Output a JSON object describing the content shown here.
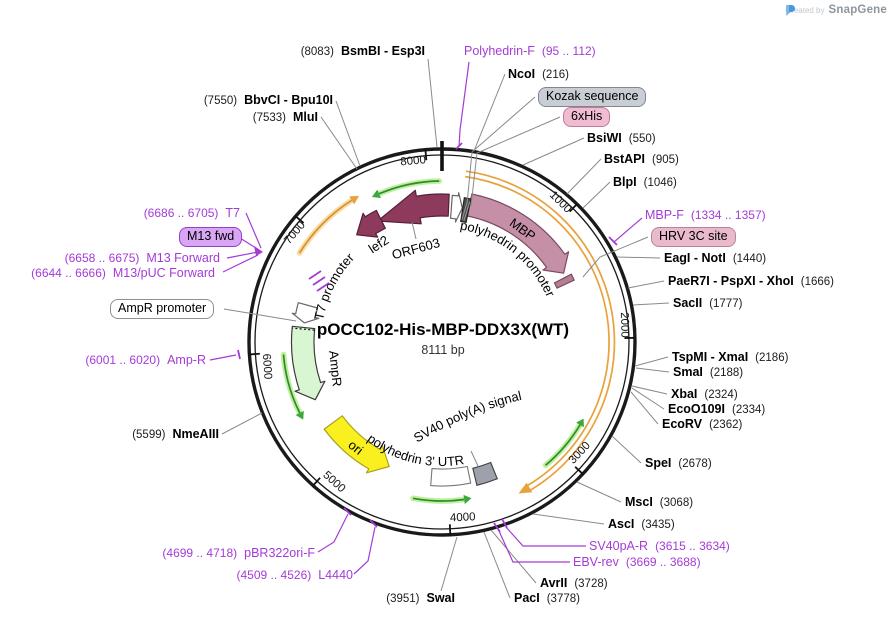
{
  "credit": {
    "prefix": "Created by",
    "brand": "SnapGene"
  },
  "title": {
    "name": "pOCC102-His-MBP-DDX3X(WT)",
    "size": "8111 bp"
  },
  "ticks": [
    "1000",
    "2000",
    "3000",
    "4000",
    "5000",
    "6000",
    "7000",
    "8000"
  ],
  "features": {
    "lef2": "lef2",
    "orf603": "ORF603",
    "polyhedrin_promoter": "polyhedrin promoter",
    "mbp": "MBP",
    "t7_promoter": "T7 promoter",
    "ampr": "AmpR",
    "ori": "ori",
    "polyhedrin_3utr": "polyhedrin 3' UTR",
    "sv40_polya": "SV40 poly(A) signal"
  },
  "pills": {
    "kozak": "Kozak sequence",
    "his": "6xHis",
    "hrv": "HRV 3C site",
    "m13fwd": "M13 fwd",
    "ampr_promoter": "AmpR promoter"
  },
  "enzymes_right": [
    {
      "name": "NcoI",
      "pos": "(216)"
    },
    {
      "name": "BsiWI",
      "pos": "(550)"
    },
    {
      "name": "BstAPI",
      "pos": "(905)"
    },
    {
      "name": "BlpI",
      "pos": "(1046)"
    },
    {
      "name": "EagI - NotI",
      "pos": "(1440)"
    },
    {
      "name": "PaeR7I - PspXI - XhoI",
      "pos": "(1666)"
    },
    {
      "name": "SacII",
      "pos": "(1777)"
    },
    {
      "name": "TspMI - XmaI",
      "pos": "(2186)"
    },
    {
      "name": "SmaI",
      "pos": "(2188)"
    },
    {
      "name": "XbaI",
      "pos": "(2324)"
    },
    {
      "name": "EcoO109I",
      "pos": "(2334)"
    },
    {
      "name": "EcoRV",
      "pos": "(2362)"
    },
    {
      "name": "SpeI",
      "pos": "(2678)"
    },
    {
      "name": "MscI",
      "pos": "(3068)"
    },
    {
      "name": "AscI",
      "pos": "(3435)"
    },
    {
      "name": "AvrII",
      "pos": "(3728)"
    },
    {
      "name": "PacI",
      "pos": "(3778)"
    }
  ],
  "enzymes_left": [
    {
      "pos": "(8083)",
      "name": "BsmBI - Esp3I"
    },
    {
      "pos": "(7550)",
      "name": "BbvCI - Bpu10I"
    },
    {
      "pos": "(7533)",
      "name": "MluI"
    },
    {
      "pos": "(5599)",
      "name": "NmeAIII"
    },
    {
      "pos": "(3951)",
      "name": "SwaI"
    }
  ],
  "primers_right": [
    {
      "name": "Polyhedrin-F",
      "pos": "(95 .. 112)"
    },
    {
      "name": "MBP-F",
      "pos": "(1334 .. 1357)"
    },
    {
      "name": "SV40pA-R",
      "pos": "(3615 .. 3634)"
    },
    {
      "name": "EBV-rev",
      "pos": "(3669 .. 3688)"
    }
  ],
  "primers_left": [
    {
      "pos": "(4699 .. 4718)",
      "name": "pBR322ori-F"
    },
    {
      "pos": "(4509 .. 4526)",
      "name": "L4440"
    },
    {
      "pos": "(6001 .. 6020)",
      "name": "Amp-R"
    },
    {
      "pos": "(6686 .. 6705)",
      "name": "T7"
    },
    {
      "pos": "(6658 .. 6675)",
      "name": "M13 Forward"
    },
    {
      "pos": "(6644 .. 6666)",
      "name": "M13/pUC Forward"
    }
  ],
  "colors": {
    "primer_purple": "#A43BD6",
    "orange": "#E9A13C",
    "orange_halo": "#F8DCA8",
    "orange_core": "#D8902E",
    "maroon": "#8E3A5C",
    "maroon_border": "#54203A",
    "mbp_pink": "#C58FA7",
    "mbp_border": "#7D4A62",
    "pale_green": "#D9F6D3",
    "yellow": "#FAF01F",
    "green_halo": "#BFF09E",
    "green_core": "#2E8B2E",
    "green_head": "#3BA83B",
    "gray_box": "#9DA1AC",
    "hrv_box": "#B57E95",
    "his_box": "#4B4B4B"
  }
}
